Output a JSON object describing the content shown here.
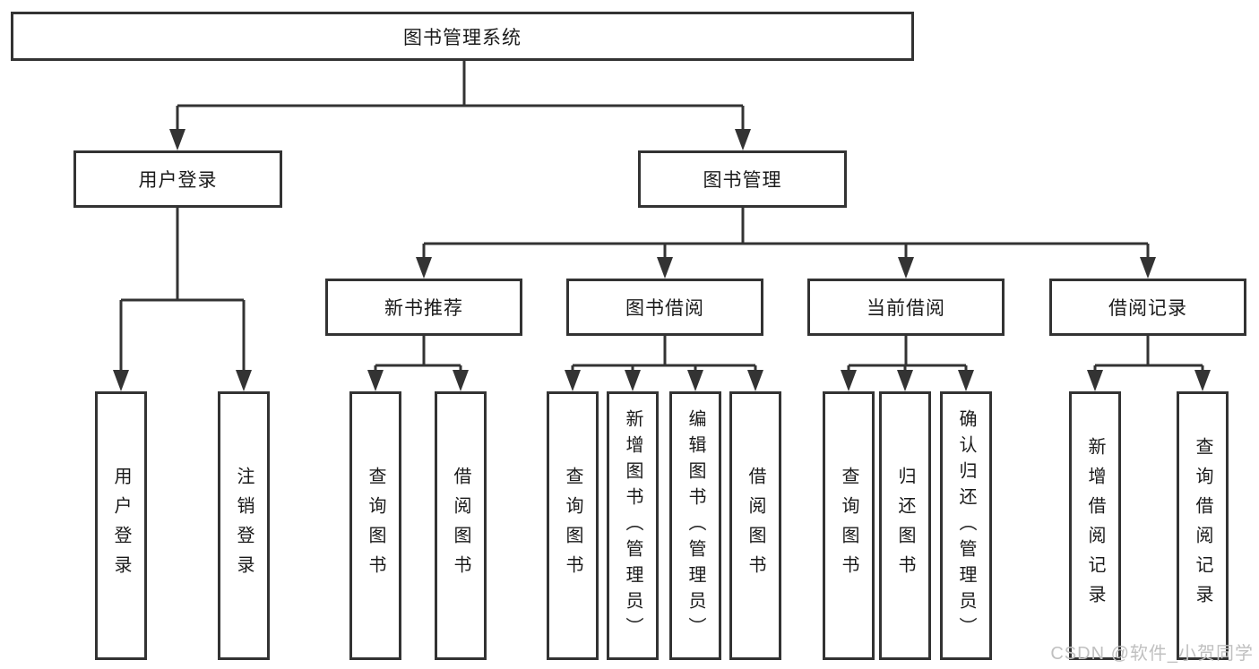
{
  "diagram": {
    "root": {
      "label": "图书管理系统"
    },
    "level2": [
      {
        "label": "用户登录"
      },
      {
        "label": "图书管理"
      }
    ],
    "level3": [
      {
        "label": "新书推荐"
      },
      {
        "label": "图书借阅"
      },
      {
        "label": "当前借阅"
      },
      {
        "label": "借阅记录"
      }
    ],
    "leaves": {
      "user_login": [
        "用户登录",
        "注销登录"
      ],
      "new_book_recommend": [
        "查询图书",
        "借阅图书"
      ],
      "book_borrow": [
        "查询图书",
        "新增图书（管理员）",
        "编辑图书（管理员）",
        "借阅图书"
      ],
      "current_borrow": [
        "查询图书",
        "归还图书",
        "确认归还（管理员）"
      ],
      "borrow_record": [
        "新增借阅记录",
        "查询借阅记录"
      ]
    }
  },
  "colors": {
    "line": "#333333",
    "text": "#1a1a1a",
    "watermark_gray": "#c0c0c0"
  },
  "watermark": {
    "text": "CSDN @软件_小贺同学"
  }
}
